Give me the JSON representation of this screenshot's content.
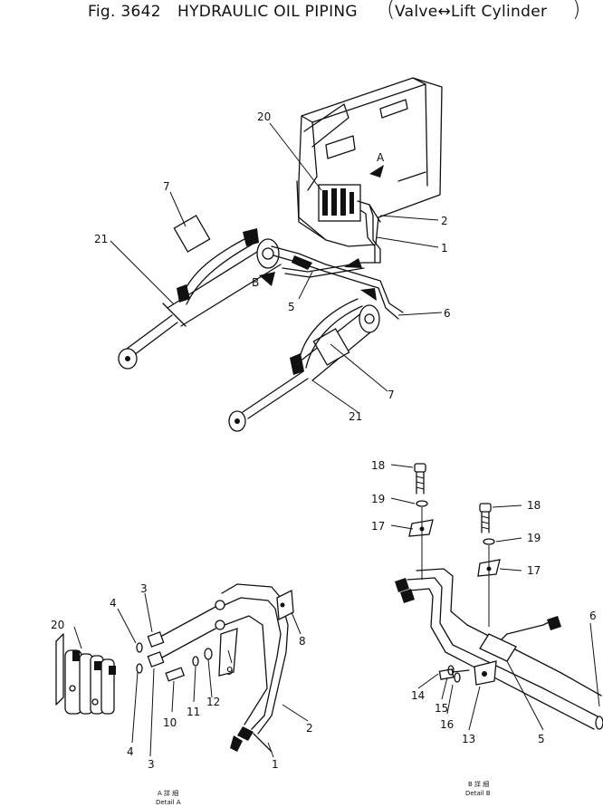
{
  "title": {
    "fig": "Fig. 3642",
    "main": "HYDRAULIC OIL PIPING",
    "sub": "Valve↔Lift Cylinder"
  },
  "callouts": {
    "c20": "20",
    "cA": "A",
    "c2": "2",
    "c1": "1",
    "c7": "7",
    "c21": "21",
    "cB": "B",
    "c5": "5",
    "c6": "6",
    "c7b": "7",
    "c21b": "21"
  },
  "detail_a": {
    "labels": {
      "l20": "20",
      "l4a": "4",
      "l3a": "3",
      "l4b": "4",
      "l3b": "3",
      "l10": "10",
      "l11": "11",
      "l12": "12",
      "l9": "9",
      "l8": "8",
      "l2": "2",
      "l1": "1"
    },
    "caption_jp": "A 詳 細",
    "caption": "Detail A"
  },
  "detail_b": {
    "labels": {
      "l18a": "18",
      "l19a": "19",
      "l17a": "17",
      "l18b": "18",
      "l19b": "19",
      "l17b": "17",
      "l6": "6",
      "l14": "14",
      "l15": "15",
      "l16": "16",
      "l13": "13",
      "l5": "5"
    },
    "caption_jp": "B 詳 細",
    "caption": "Detail B"
  }
}
